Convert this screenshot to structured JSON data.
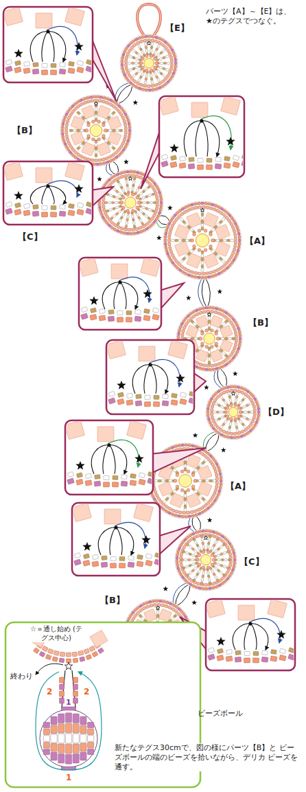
{
  "diagram": {
    "labels": [
      "パーツ【A】～【E】は、 ★のテグスでつなぐ。",
      "【E】",
      "【B】",
      "【C】",
      "【A】",
      "【B】",
      "【D】",
      "【A】",
      "【C】",
      "【B】",
      "☆＝通し始め (テグス中心)",
      "終わり",
      "2",
      "2",
      "1",
      "1",
      "ビーズボール",
      "新たなテグス30cmで、図の様にパーツ【B】と ビーズボールの端のビーズを拾いながら、デリカ ビーズを通す。"
    ]
  }
}
